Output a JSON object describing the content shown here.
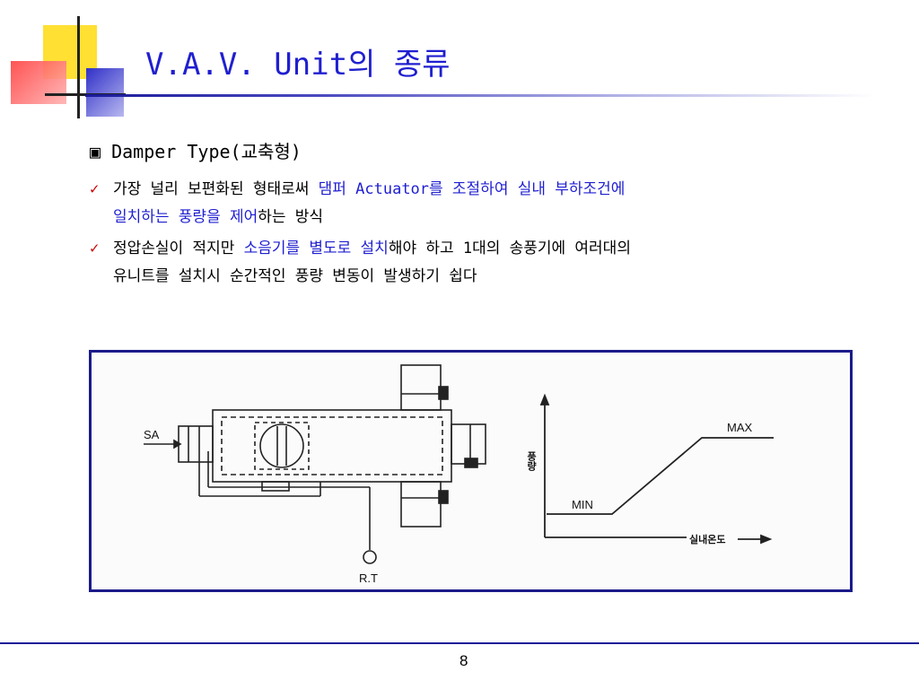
{
  "slide": {
    "title": "V.A.V. Unit의 종류",
    "heading": "▣ Damper Type(교축형)",
    "page_number": "8"
  },
  "bullets": [
    {
      "mark": "✓",
      "line1_plain": "가장 널리 보편화된 형태로써 ",
      "line1_hl": "댐퍼 Actuator를 조절하여 실내 부하조건에",
      "line2_hl": "일치하는 풍량을 제어",
      "line2_plain": "하는 방식"
    },
    {
      "mark": "✓",
      "line1_plain": "정압손실이 적지만 ",
      "line1_hl": "소음기를 별도로 설치",
      "line1_tail": "해야 하고 1대의 송풍기에 여러대의",
      "line2_plain": "유니트를 설치시 순간적인 풍량 변동이 발생하기 쉽다"
    }
  ],
  "figure": {
    "schematic": {
      "sa_label": "SA",
      "rt_label": "R.T"
    },
    "graph": {
      "y_label": "풍량",
      "x_label": "실내온도",
      "min_label": "MIN",
      "max_label": "MAX"
    }
  },
  "colors": {
    "title_blue": "#1f1fd0",
    "check_red": "#cc0000",
    "frame_navy": "#1a1a8a",
    "deco_yellow": "#ffe033",
    "deco_red": "#ff5555",
    "deco_blue": "#5a5ae0"
  }
}
